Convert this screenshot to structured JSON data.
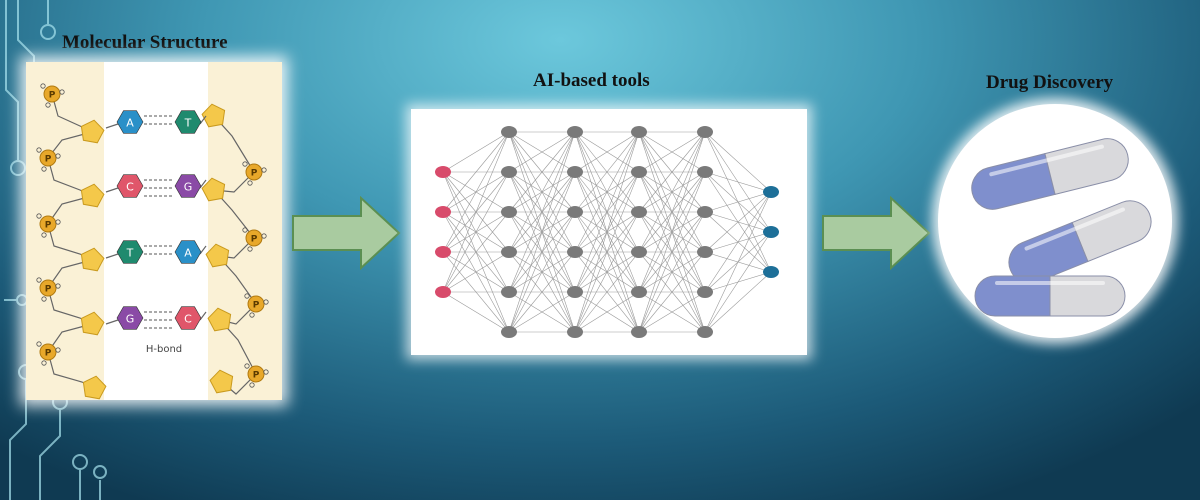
{
  "titles": {
    "molecular": "Molecular Structure",
    "ai": "AI-based tools",
    "drug": "Drug Discovery"
  },
  "molecule": {
    "phosphate_label": "P",
    "hbond_label": "H-bond",
    "base_pairs": [
      {
        "left": "A",
        "right": "T"
      },
      {
        "left": "C",
        "right": "G"
      },
      {
        "left": "T",
        "right": "A"
      },
      {
        "left": "G",
        "right": "C"
      }
    ]
  },
  "network": {
    "layer_sizes": [
      4,
      6,
      6,
      6,
      6,
      3
    ]
  },
  "colors": {
    "base_A": "#2a90c8",
    "base_T": "#1f8a6e",
    "base_C": "#e0566a",
    "base_G": "#8a4aa6",
    "sugar": "#f4c84a",
    "phosphate": "#e8a82a",
    "input_node": "#d84b6b",
    "hidden_node": "#7a7a7a",
    "output_node": "#1d6f98",
    "arrow_fill": "#a9cba0",
    "arrow_stroke": "#5b8f52",
    "capsule_blue": "#7f8fcd",
    "capsule_gray": "#d9d9dc"
  }
}
